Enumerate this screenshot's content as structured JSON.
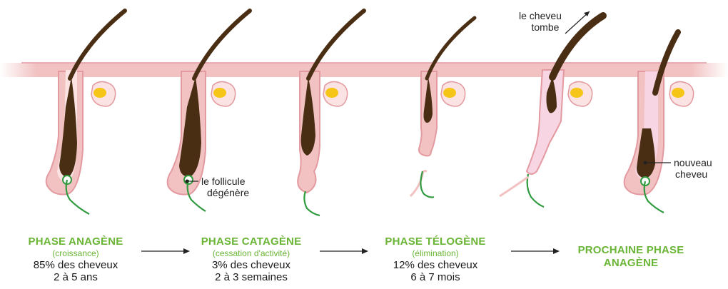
{
  "annotations": {
    "falls": [
      "le cheveu",
      "tombe"
    ],
    "degenerates": [
      "le follicule",
      "dégénère"
    ],
    "new_hair": [
      "nouveau",
      "cheveu"
    ]
  },
  "phases": [
    {
      "title": "PHASE ANAGÈNE",
      "subtitle": "(croissance)",
      "stat": "85% des cheveux",
      "duration": "2 à 5 ans"
    },
    {
      "title": "PHASE CATAGÈNE",
      "subtitle": "(cessation d'activité)",
      "stat": "3% des cheveux",
      "duration": "2 à 3 semaines"
    },
    {
      "title": "PHASE TÉLOGÈNE",
      "subtitle": "(élimination)",
      "stat": "12% des cheveux",
      "duration": "6 à 7 mois"
    },
    {
      "title_lines": [
        "PROCHAINE PHASE",
        "ANAGÈNE"
      ]
    }
  ],
  "colors": {
    "skin": "#f2c2c2",
    "skin_outline": "#e39aa0",
    "hair": "#4a2e14",
    "gland": "#f5c518",
    "nerve": "#2f9a3e",
    "green_text": "#6ab436"
  }
}
